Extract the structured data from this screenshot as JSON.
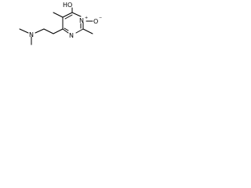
{
  "molecule": {
    "atoms": {
      "hydroxyl": "HO",
      "amine_n": "N",
      "ring_n_top": "N",
      "ring_n_bottom": "N",
      "n_oxide_o": "O",
      "n_oxide_charge": "+",
      "o_charge": "−"
    }
  }
}
